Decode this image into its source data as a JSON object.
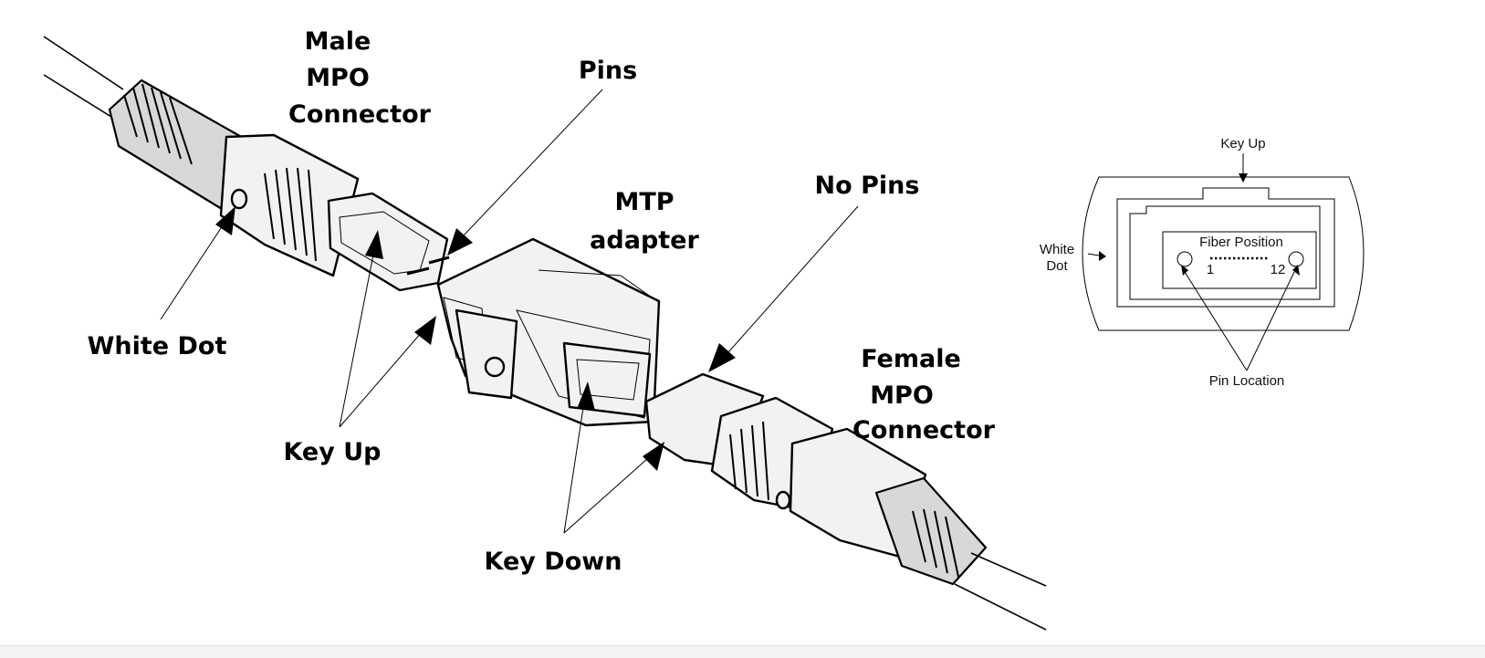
{
  "labels": {
    "male_line1": "Male",
    "male_line2": "MPO",
    "male_line3": "Connector",
    "pins": "Pins",
    "mtp_line1": "MTP",
    "mtp_line2": "adapter",
    "no_pins": "No Pins",
    "white_dot": "White Dot",
    "key_up": "Key Up",
    "key_down": "Key Down",
    "female_line1": "Female",
    "female_line2": "MPO",
    "female_line3": "Connector"
  },
  "inset": {
    "key_up": "Key Up",
    "white_line1": "White",
    "white_line2": "Dot",
    "fiber_position": "Fiber Position",
    "fiber_first": "1",
    "fiber_last": "12",
    "pin_location": "Pin Location"
  },
  "colors": {
    "ink": "#000000",
    "background": "#ffffff",
    "fill": "#f2f2f2"
  }
}
